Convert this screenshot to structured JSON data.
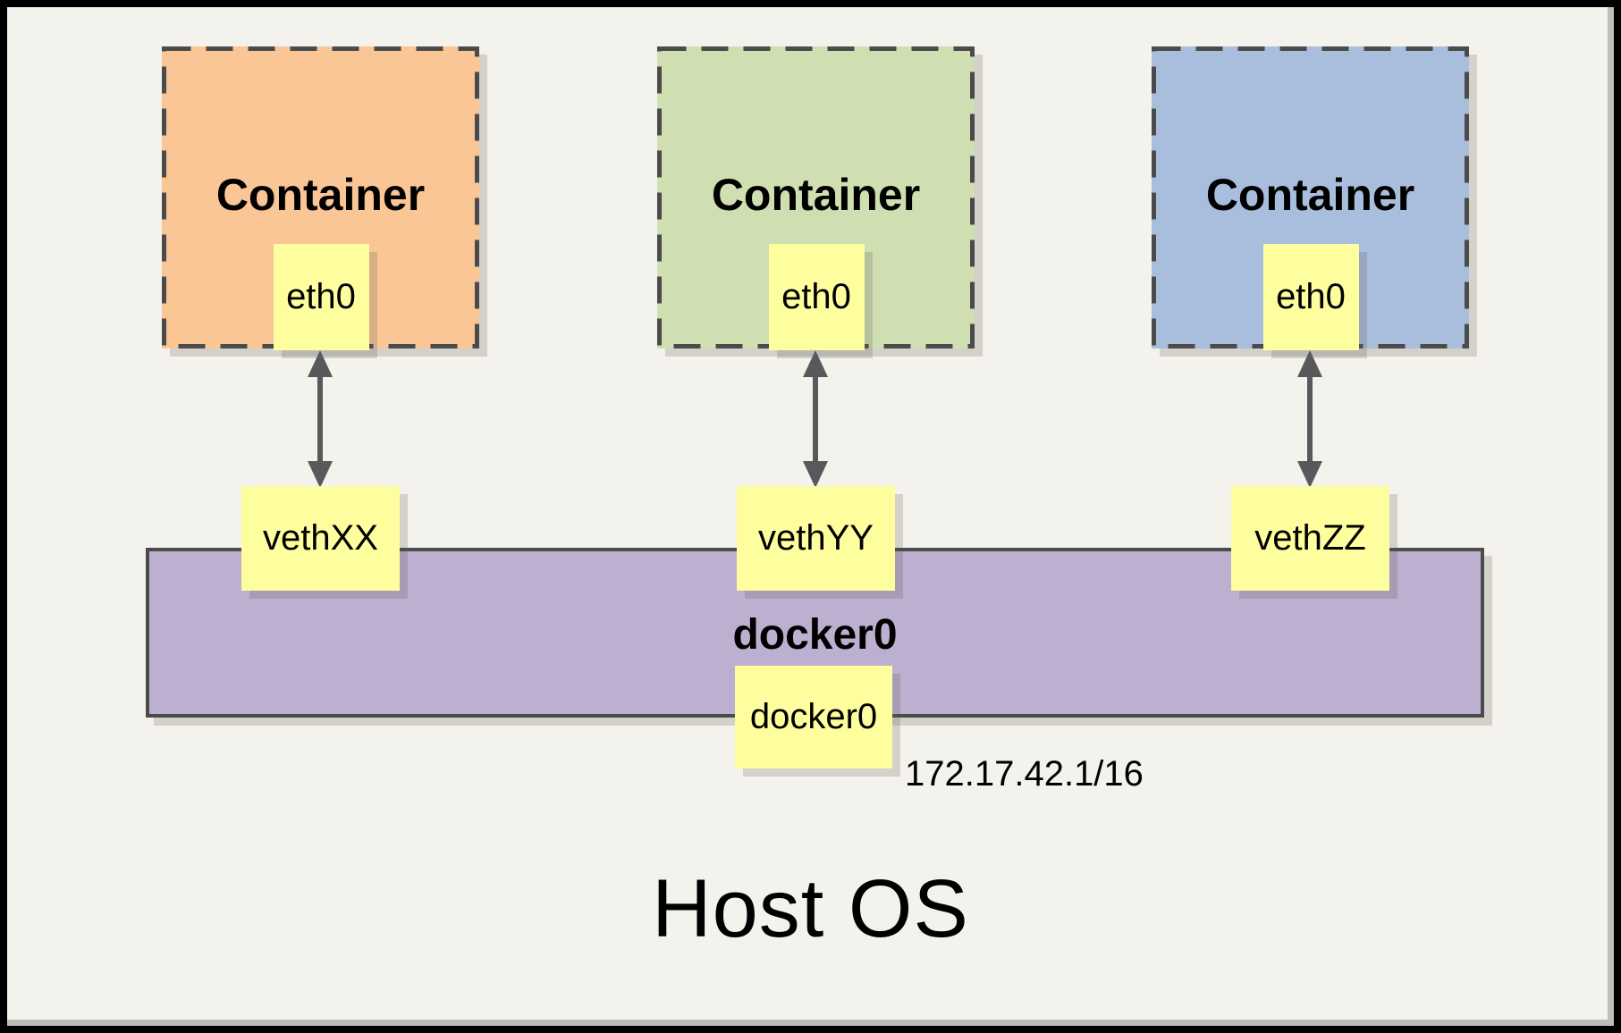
{
  "host": {
    "title": "Host OS"
  },
  "bridge": {
    "name_label": "docker0",
    "interface_chip": "docker0",
    "ip_address": "172.17.42.1/16"
  },
  "containers": [
    {
      "title": "Container",
      "interface_chip": "eth0",
      "veth_chip": "vethXX"
    },
    {
      "title": "Container",
      "interface_chip": "eth0",
      "veth_chip": "vethYY"
    },
    {
      "title": "Container",
      "interface_chip": "eth0",
      "veth_chip": "vethZZ"
    }
  ],
  "colors": {
    "page_background": "#F4F2EC",
    "frame_border": "#000000",
    "container_1_fill": "#FAC696",
    "container_2_fill": "#CFDFB2",
    "container_3_fill": "#A9BEDC",
    "chip_fill": "#FEFE9E",
    "bridge_fill": "#BDAFD0",
    "outline": "#4B4B4B",
    "arrow": "#58595B"
  }
}
